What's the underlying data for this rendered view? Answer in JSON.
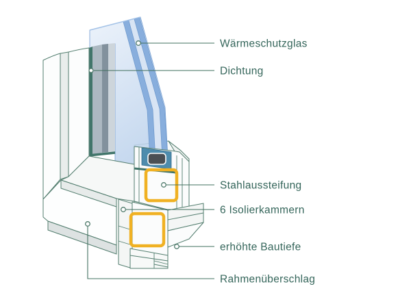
{
  "figure": {
    "subject": "window-profile-cross-section",
    "labels": [
      {
        "text": "Wärmeschutzglas"
      },
      {
        "text": "Dichtung"
      },
      {
        "text": "Stahlaussteifung"
      },
      {
        "text": "6 Isolierkammern"
      },
      {
        "text": "erhöhte Bautiefe"
      },
      {
        "text": "Rahmenüberschlag"
      }
    ],
    "colors": {
      "label_text": "#34655A",
      "outline": "#527D6E",
      "leader": "#42705F",
      "highlight": "#F0B123",
      "glass_fill": "#C3D7EE",
      "glass_edge": "#88AEDD",
      "pocket": "#4E8CAD",
      "gasket": "#4A4F54",
      "seal": "#41756A"
    }
  }
}
